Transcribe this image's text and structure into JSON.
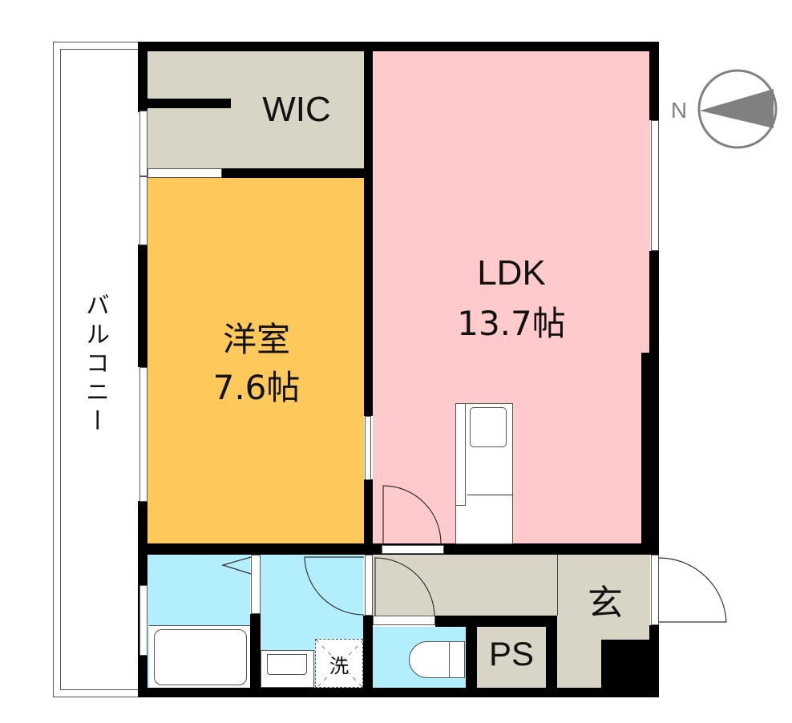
{
  "floor_plan": {
    "rooms": {
      "wic": {
        "label": "WIC",
        "color": "#d8d4c6"
      },
      "western_room": {
        "label": "洋室",
        "size": "7.6帖",
        "color": "#fec95a"
      },
      "ldk": {
        "label": "LDK",
        "size": "13.7帖",
        "color": "#ffcacb"
      },
      "balcony": {
        "label": "バルコニー",
        "color": "#ffffff"
      },
      "bath": {
        "color": "#b2eefb"
      },
      "washroom": {
        "label": "洗",
        "color": "#b2eefb"
      },
      "toilet": {
        "color": "#b2eefb"
      },
      "hallway": {
        "color": "#d8d4c6"
      },
      "ps": {
        "label": "PS",
        "color": "#d8d4c6"
      },
      "entrance": {
        "label": "玄",
        "color": "#d8d4c6"
      }
    },
    "compass": {
      "label": "N",
      "icon": "north-arrow-icon",
      "color": "#808080"
    },
    "wall_color": "#000000"
  }
}
